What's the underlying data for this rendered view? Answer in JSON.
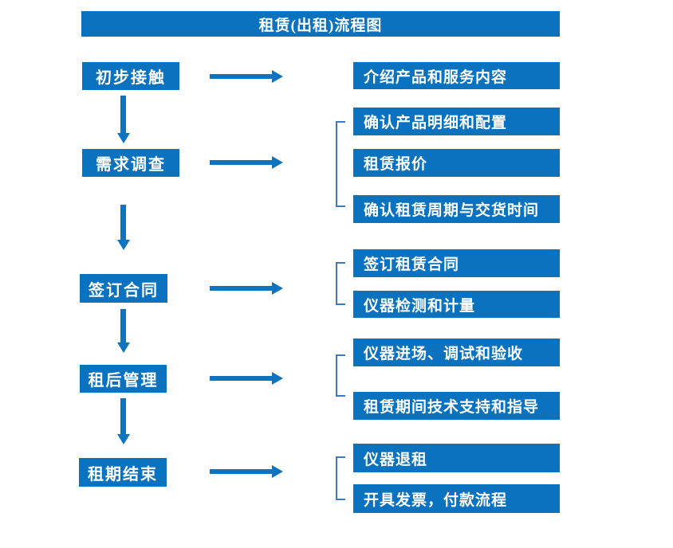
{
  "title": "租赁(出租)流程图",
  "flow": {
    "steps": [
      "初步接触",
      "需求调查",
      "签订合同",
      "租后管理",
      "租期结束"
    ],
    "groups": [
      {
        "items": [
          "介绍产品和服务内容"
        ]
      },
      {
        "items": [
          "确认产品明细和配置",
          "租赁报价",
          "确认租赁周期与交货时间"
        ]
      },
      {
        "items": [
          "签订租赁合同",
          "仪器检测和计量"
        ]
      },
      {
        "items": [
          "仪器进场、调试和验收",
          "租赁期间技术支持和指导"
        ]
      },
      {
        "items": [
          "仪器退租",
          "开具发票，付款流程"
        ]
      }
    ]
  },
  "colors": {
    "box": "#0A72BE",
    "arrow": "#0E74C0",
    "bracket": "#3F79BC",
    "text": "#FFFFFF",
    "background": "#FFFFFF"
  }
}
